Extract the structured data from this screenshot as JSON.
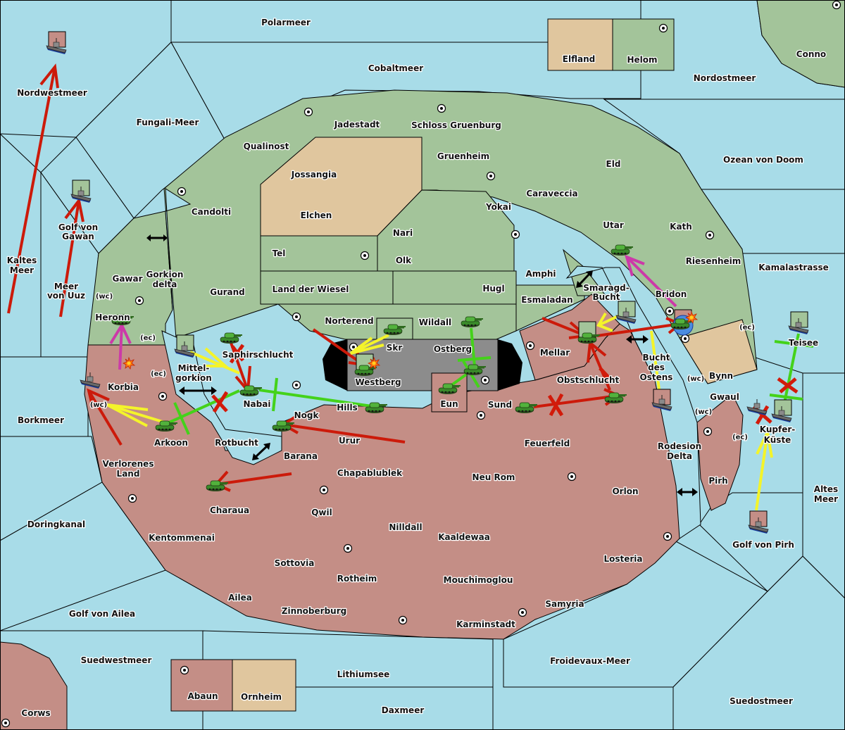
{
  "map_title": "Diplomacy map",
  "colors": {
    "sea": "#a8dce8",
    "power_red": "#c48e86",
    "power_green": "#a3c49a",
    "neutral_tan": "#e0c69e",
    "impassable_gray": "#8c8c8c",
    "move_order": "#cc1a0a",
    "support_order": "#44d21a",
    "convoy_order": "#f4f42a",
    "retreat_order": "#cc3aa8",
    "tank_unit": "#3aa832",
    "fleet_unit": "#707070"
  },
  "sea_labels": {
    "polarmeer": "Polarmeer",
    "cobaltmeer": "Cobaltmeer",
    "nordwestmeer": "Nordwestmeer",
    "fungali": "Fungali-Meer",
    "nordostmeer": "Nordostmeer",
    "ozean": "Ozean von Doom",
    "kaltes1": "Kaltes",
    "kaltes2": "Meer",
    "gawan1": "Golf von",
    "gawan2": "Gawan",
    "uuz1": "Meer",
    "uuz2": "von Uuz",
    "kamala": "Kamalastrasse",
    "gorkiondelta1": "Gorkion",
    "gorkiondelta2": "delta",
    "smaragd1": "Smaragd-",
    "smaragd2": "Bucht",
    "mittel1": "Mittel-",
    "mittel2": "gorkion",
    "bucht1": "Bucht",
    "bucht2": "des",
    "bucht3": "Ostens",
    "borkmeer": "Borkmeer",
    "rotbucht": "Rotbucht",
    "teisee": "Teisee",
    "kupfer1": "Kupfer-",
    "kupfer2": "Küste",
    "rodesion1": "Rodesion",
    "rodesion2": "Delta",
    "altes1": "Altes",
    "altes2": "Meer",
    "doringkanal": "Doringkanal",
    "pirhgolf": "Golf von Pirh",
    "ailea": "Golf von Ailea",
    "suedwest": "Suedwestmeer",
    "lithium": "Lithiumsee",
    "froidevaux": "Froidevaux-Meer",
    "daxmeer": "Daxmeer",
    "suedost": "Suedostmeer"
  },
  "land_labels": {
    "elfland": "Elfland",
    "helom": "Helom",
    "conno": "Conno",
    "jadestadt": "Jadestadt",
    "schloss": "Schloss Gruenburg",
    "qualinost": "Qualinost",
    "jossangia": "Jossangia",
    "gruenheim": "Gruenheim",
    "eld": "Eld",
    "candolti": "Candolti",
    "elchen": "Elchen",
    "caraveccia": "Caraveccia",
    "yokai": "Yokai",
    "nari": "Nari",
    "utar": "Utar",
    "kath": "Kath",
    "tel": "Tel",
    "olk": "Olk",
    "riesenheim": "Riesenheim",
    "amphi": "Amphi",
    "gawar": "Gawar",
    "gurand": "Gurand",
    "landwiesel": "Land der Wiesel",
    "hugl": "Hugl",
    "bridon": "Bridon",
    "esmaladan": "Esmaladan",
    "heronn": "Heronn",
    "norterend": "Norterend",
    "wildall": "Wildall",
    "skr": "Skr",
    "ostberg": "Ostberg",
    "mellar": "Mellar",
    "saphir": "Saphirschlucht",
    "westberg": "Westberg",
    "korbia": "Korbia",
    "bynn": "Bynn",
    "obst": "Obstschlucht",
    "nabai": "Nabai",
    "eun": "Eun",
    "gwaul": "Gwaul",
    "hills": "Hills",
    "sund": "Sund",
    "nogk": "Nogk",
    "arkoon": "Arkoon",
    "urur": "Urur",
    "feuerfeld": "Feuerfeld",
    "verlorenes1": "Verlorenes",
    "verlorenes2": "Land",
    "barana": "Barana",
    "chapa": "Chapablublek",
    "neurom": "Neu Rom",
    "pirh": "Pirh",
    "orlon": "Orlon",
    "charaua": "Charaua",
    "qwil": "Qwil",
    "nilldall": "Nilldall",
    "kentom": "Kentommenai",
    "kaaldewaa": "Kaaldewaa",
    "losteria": "Losteria",
    "sottovia": "Sottovia",
    "rotheim": "Rotheim",
    "mouchi": "Mouchimoglou",
    "ailea": "Ailea",
    "samyria": "Samyria",
    "zinnober": "Zinnoberburg",
    "karmin": "Karminstadt",
    "abaun": "Abaun",
    "ornheim": "Ornheim",
    "corws": "Corws"
  },
  "coast_labels": {
    "wc": "(wc)",
    "ec": "(ec)"
  },
  "legend_icons": {
    "supply_center": "supply-center-icon",
    "army": "tank-icon",
    "fleet": "ship-icon",
    "dislodged": "explosion-icon",
    "canal": "double-arrow-icon"
  }
}
